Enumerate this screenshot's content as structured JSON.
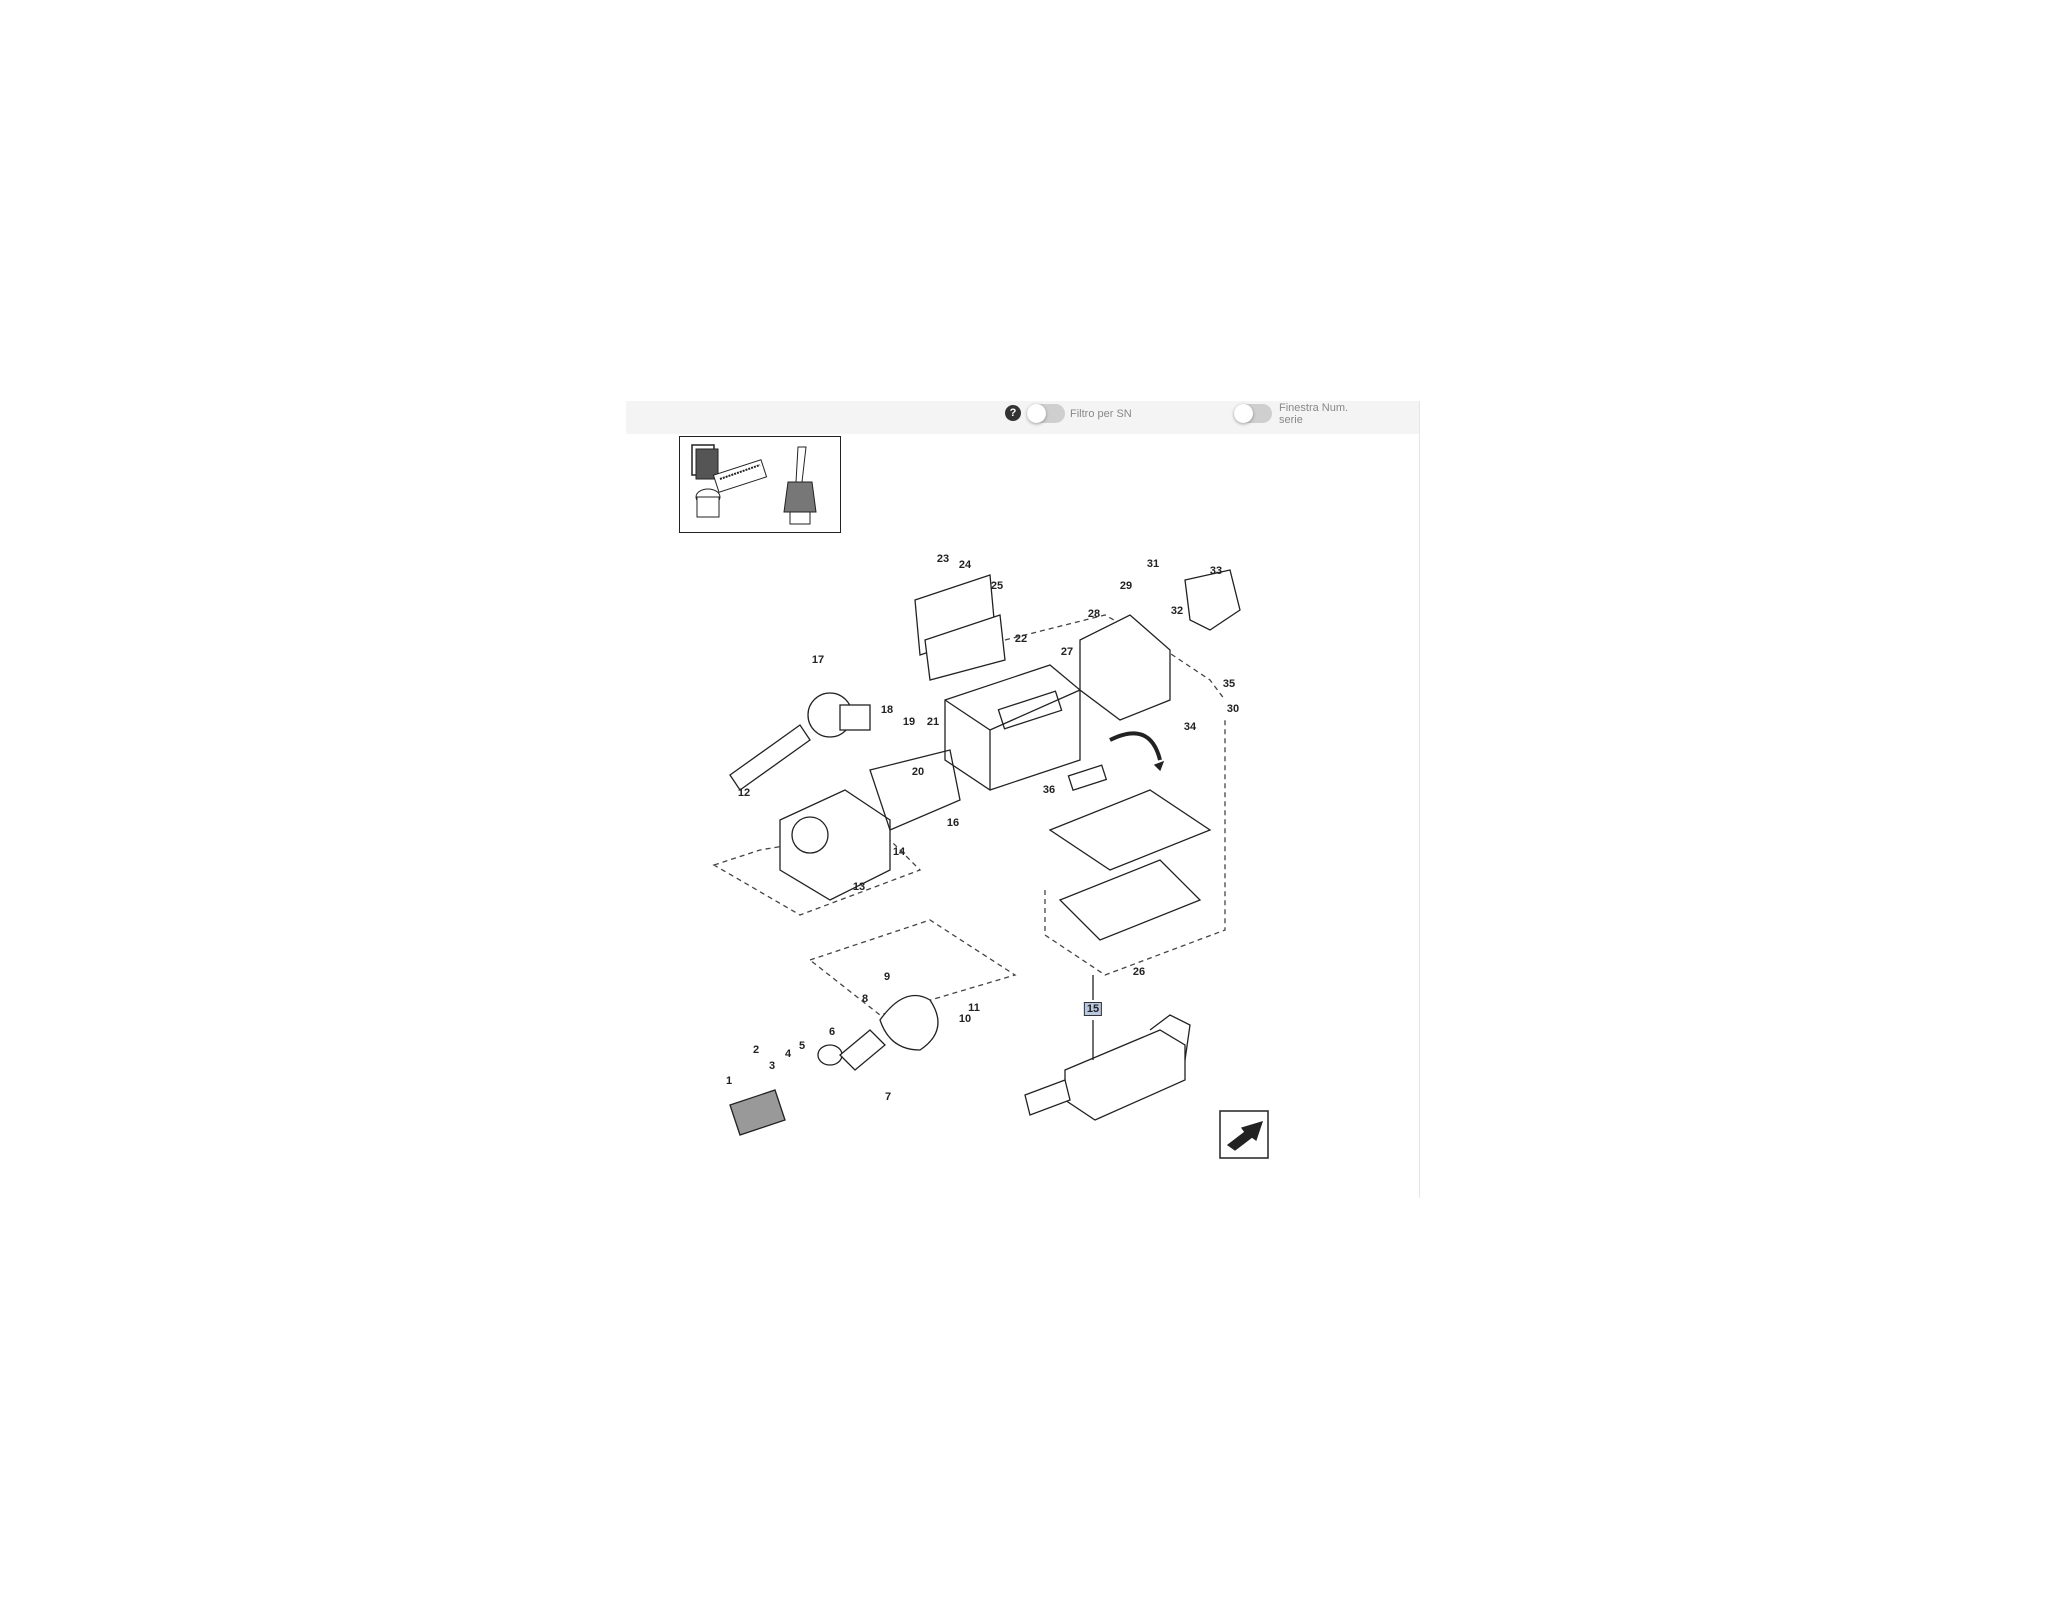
{
  "toolbar": {
    "help_icon": "?",
    "filter_sn_label": "Filtro per SN",
    "serial_window_label_line1": "Finestra Num.",
    "serial_window_label_line2": "serie"
  },
  "diagram": {
    "callouts": [
      "1",
      "2",
      "3",
      "4",
      "5",
      "6",
      "7",
      "8",
      "9",
      "10",
      "11",
      "12",
      "13",
      "14",
      "15",
      "16",
      "17",
      "18",
      "19",
      "20",
      "21",
      "22",
      "23",
      "24",
      "25",
      "26",
      "27",
      "28",
      "29",
      "30",
      "31",
      "32",
      "33",
      "34",
      "35",
      "36"
    ],
    "highlighted_callout": "15",
    "highlight_color": "#b8c8e0"
  }
}
